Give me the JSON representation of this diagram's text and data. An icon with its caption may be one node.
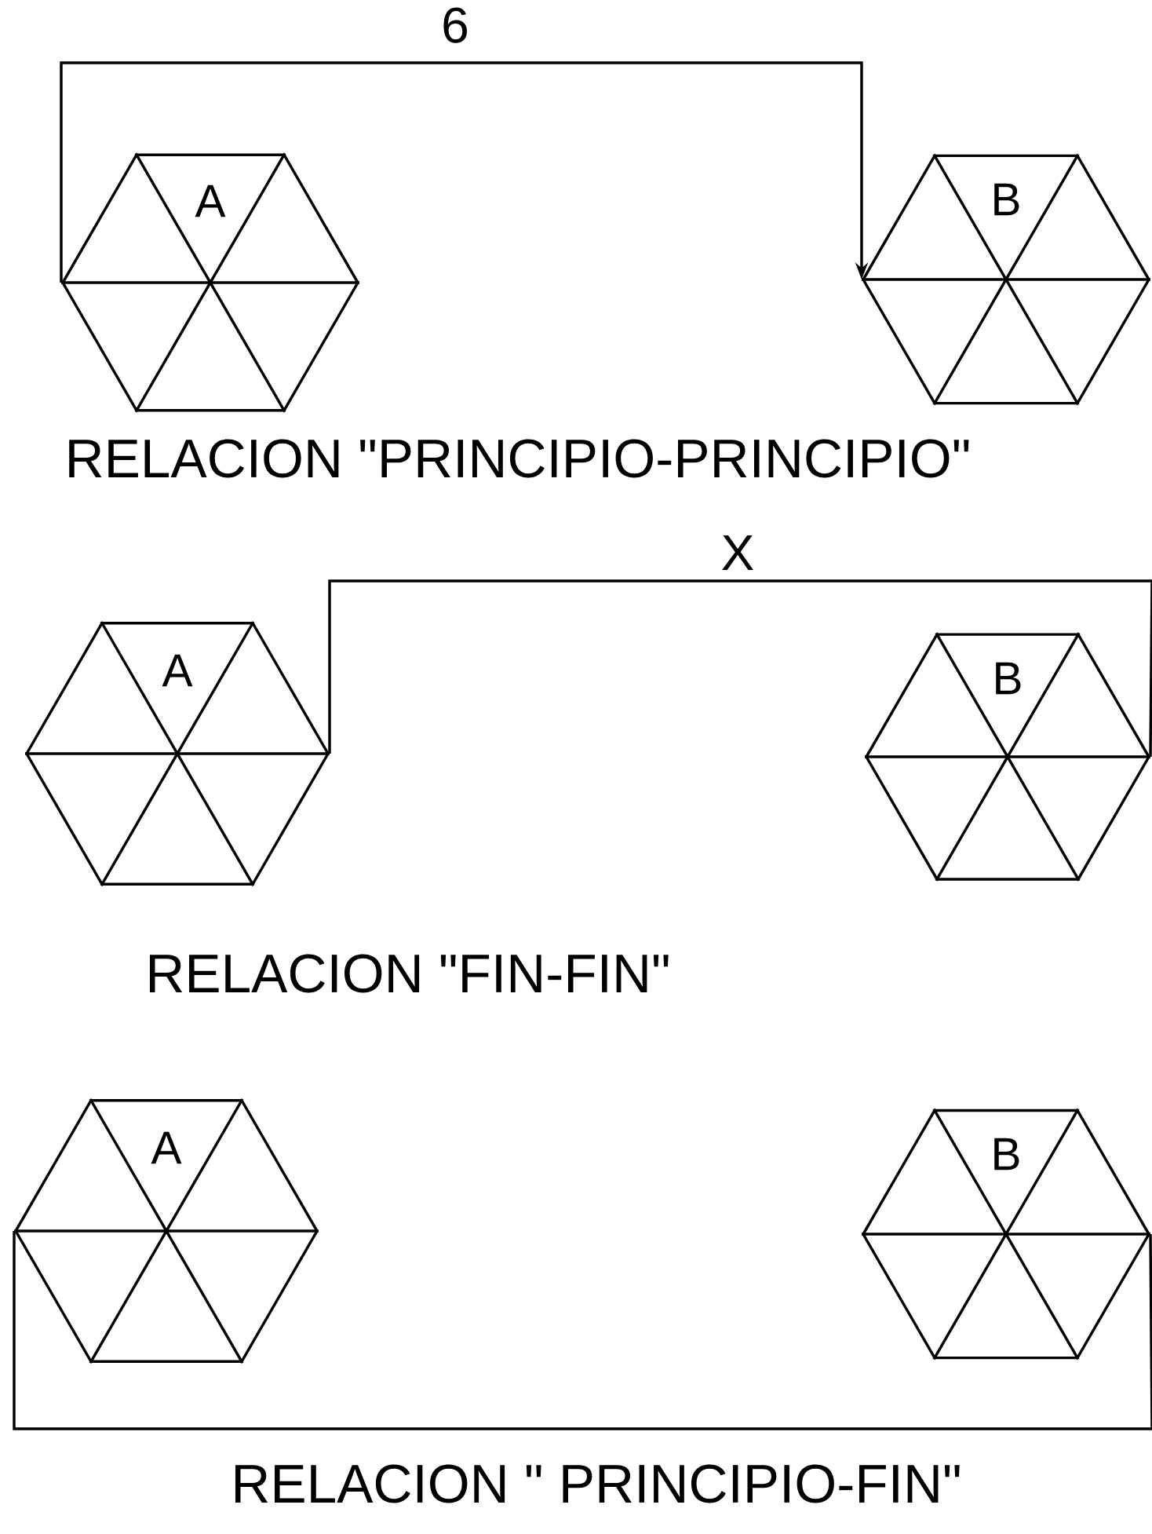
{
  "diagram": {
    "nodes": [
      {
        "text": [
          "A"
        ]
      },
      {
        "text": [
          "B"
        ]
      },
      {
        "text": [
          "A"
        ]
      },
      {
        "text": [
          "B"
        ]
      },
      {
        "text": [
          "A"
        ]
      },
      {
        "text": [
          "B"
        ]
      }
    ],
    "edges": [
      {
        "from": 0,
        "to": 1,
        "arrow": "to",
        "label": "6"
      },
      {
        "from": 2,
        "to": 3,
        "arrow": "none",
        "label": "X"
      },
      {
        "from": 4,
        "to": 5,
        "arrow": "none"
      }
    ],
    "labels": [
      "RELACION \"PRINCIPIO-PRINCIPIO\"",
      "RELACION \"FIN-FIN\"",
      "RELACION \" PRINCIPIO-FIN\""
    ]
  }
}
